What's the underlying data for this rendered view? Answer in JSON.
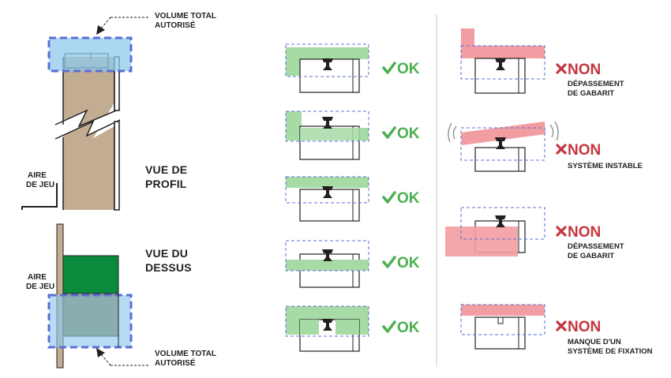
{
  "left_panel": {
    "volume_top": [
      "VOLUME TOTAL",
      "AUTORISÉ"
    ],
    "volume_bottom": [
      "VOLUME TOTAL",
      "AUTORISÉ"
    ],
    "aire_top": [
      "AIRE",
      "DE JEU"
    ],
    "aire_bottom": [
      "AIRE",
      "DE JEU"
    ],
    "vue_profil": [
      "VUE DE",
      "PROFIL"
    ],
    "vue_dessus": [
      "VUE DU",
      "DESSUS"
    ]
  },
  "ok_column": {
    "label": "OK",
    "check_icon": "check-icon",
    "items": [
      {
        "variant": "overhang-left"
      },
      {
        "variant": "corner-l-shape"
      },
      {
        "variant": "top-flat"
      },
      {
        "variant": "middle-band"
      },
      {
        "variant": "u-shape"
      }
    ]
  },
  "non_column": {
    "label": "NON",
    "cross_icon": "cross-icon",
    "items": [
      {
        "captions": [
          "DÉPASSEMENT",
          "DE GABARIT"
        ]
      },
      {
        "captions": [
          "SYSTÈME INSTABLE"
        ]
      },
      {
        "captions": [
          "DÉPASSEMENT",
          "DE GABARIT"
        ]
      },
      {
        "captions": [
          "MANQUE D'UN",
          "SYSTÈME DE FIXATION"
        ]
      }
    ]
  },
  "colors": {
    "allowed_volume": "#8fc9ec",
    "dashed_border": "#5b6fd6",
    "wall": "#c2ad92",
    "green_block": "#0a8a3c",
    "ok_fill": "#a6dba6",
    "ok_text": "#4caf50",
    "non_fill": "#f29da2",
    "non_text": "#c4363e"
  }
}
